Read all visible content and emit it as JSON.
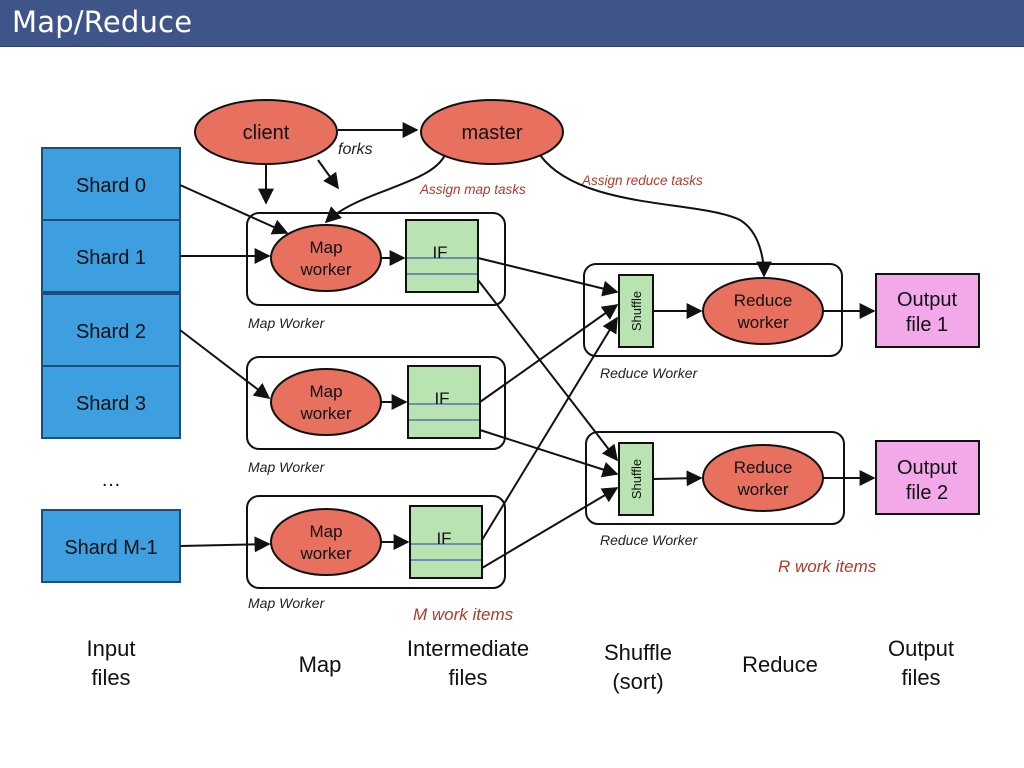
{
  "slide": {
    "title": "Map/Reduce"
  },
  "colors": {
    "shard": "#3d9ee0",
    "node": "#e8705f",
    "if_file": "#b9e3b0",
    "output": "#f3a8ea",
    "red_text": "#b23a2b"
  },
  "nodes": {
    "client": "client",
    "master": "master",
    "forks": "forks",
    "assign_map": "Assign map tasks",
    "assign_reduce": "Assign reduce tasks"
  },
  "shards": [
    "Shard 0",
    "Shard 1",
    "Shard 2",
    "Shard 3"
  ],
  "shard_ellipsis": "…",
  "shard_last": "Shard M-1",
  "map_workers": [
    {
      "line1": "Map",
      "line2": "worker",
      "if_label": "IF",
      "caption": "Map Worker"
    },
    {
      "line1": "Map",
      "line2": "worker",
      "if_label": "IF",
      "caption": "Map Worker"
    },
    {
      "line1": "Map",
      "line2": "worker",
      "if_label": "IF",
      "caption": "Map Worker"
    }
  ],
  "reduce_workers": [
    {
      "shuffle": "Shuffle",
      "line1": "Reduce",
      "line2": "worker",
      "caption": "Reduce Worker",
      "out1": "Output",
      "out2": "file 1"
    },
    {
      "shuffle": "Shuffle",
      "line1": "Reduce",
      "line2": "worker",
      "caption": "Reduce Worker",
      "out1": "Output",
      "out2": "file 2"
    }
  ],
  "work_items": {
    "m": "M work items",
    "r": "R work items"
  },
  "columns": {
    "input": [
      "Input",
      "files"
    ],
    "map": "Map",
    "intermediate": [
      "Intermediate",
      "files"
    ],
    "shuffle": [
      "Shuffle",
      "(sort)"
    ],
    "reduce": "Reduce",
    "output": [
      "Output",
      "files"
    ]
  }
}
